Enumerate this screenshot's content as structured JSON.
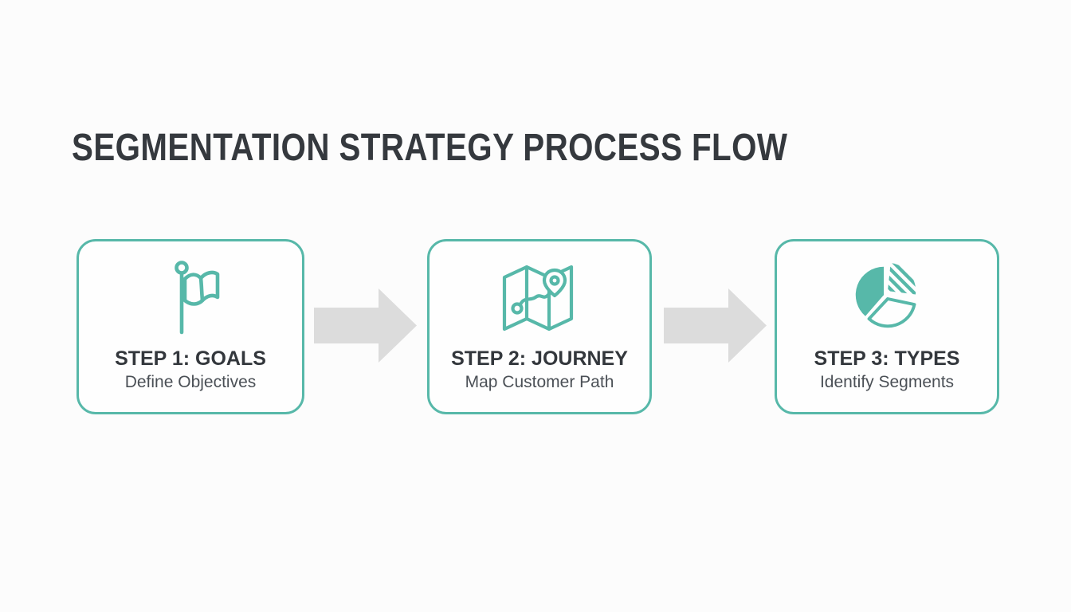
{
  "title": "SEGMENTATION STRATEGY PROCESS FLOW",
  "colors": {
    "accent_teal": "#57b8a9",
    "arrow_gray": "#dcdcdc",
    "title_text": "#35393e",
    "step_label_text": "#33373c",
    "step_sublabel_text": "#4b5056",
    "background": "#fcfcfc",
    "card_background": "#fefefe"
  },
  "steps": [
    {
      "label": "STEP 1: GOALS",
      "sublabel": "Define Objectives",
      "icon": "flag-icon"
    },
    {
      "label": "STEP 2: JOURNEY",
      "sublabel": "Map Customer Path",
      "icon": "map-route-icon"
    },
    {
      "label": "STEP 3: TYPES",
      "sublabel": "Identify Segments",
      "icon": "pie-chart-icon"
    }
  ],
  "arrows": [
    {
      "icon": "arrow-right-icon",
      "direction": "right"
    },
    {
      "icon": "arrow-right-icon",
      "direction": "right"
    }
  ]
}
